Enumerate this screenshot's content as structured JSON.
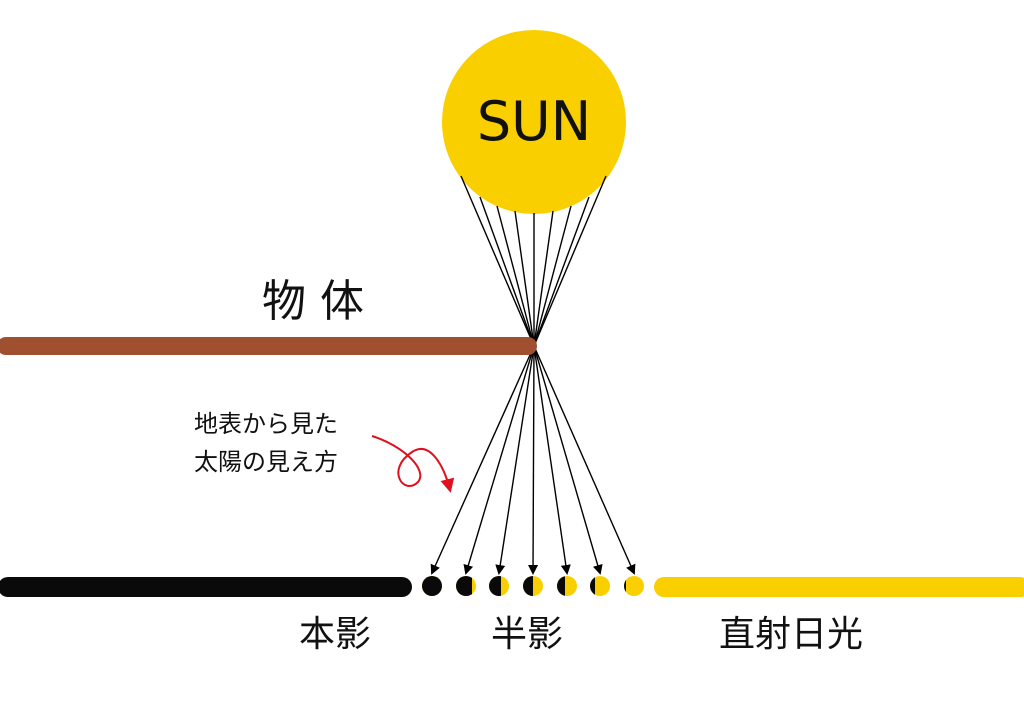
{
  "sun": {
    "label": "SUN",
    "color": "#f9cf00"
  },
  "object": {
    "label": "物 体",
    "color": "#a0502e"
  },
  "annotation": {
    "line1": "地表から見た",
    "line2": "太陽の見え方",
    "arrow_color": "#e0101e"
  },
  "ground": {
    "umbra_label": "本影",
    "penumbra_label": "半影",
    "direct_label": "直射日光",
    "umbra_color": "#0a0a0a",
    "direct_color": "#f9cf00"
  },
  "penumbra_phases": [
    1.0,
    0.8,
    0.6,
    0.5,
    0.4,
    0.25,
    0.1
  ]
}
